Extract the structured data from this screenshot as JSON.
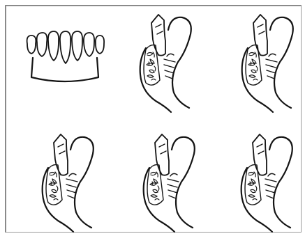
{
  "figure": {
    "panels": [
      {
        "id": "overview",
        "icon": "dental-arch-icon"
      },
      {
        "id": "section-1",
        "icon": "tooth-cross-section-icon"
      },
      {
        "id": "section-2",
        "icon": "tooth-cross-section-icon"
      },
      {
        "id": "section-3",
        "icon": "tooth-cross-section-icon"
      },
      {
        "id": "section-4",
        "icon": "tooth-cross-section-icon"
      },
      {
        "id": "section-5",
        "icon": "tooth-cross-section-icon"
      }
    ],
    "colors": {
      "ink": "#141414",
      "background": "#ffffff",
      "frame": "#8a8a8a"
    }
  }
}
